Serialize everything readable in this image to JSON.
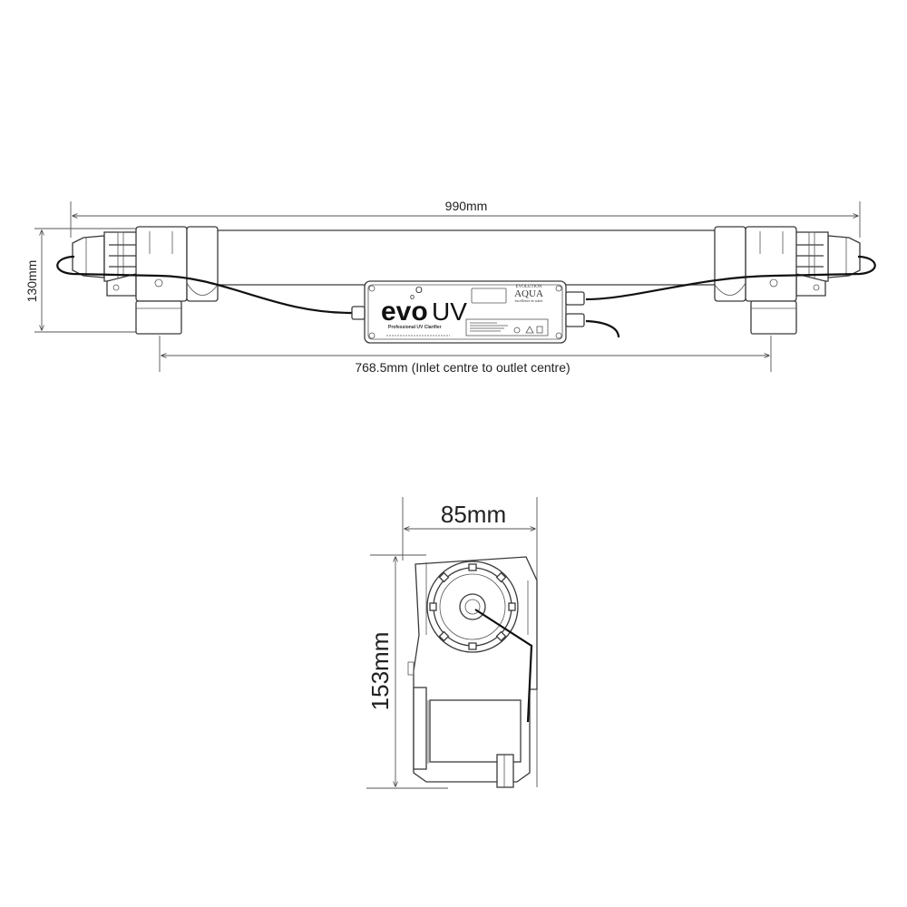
{
  "front_view": {
    "overall_length": "990mm",
    "height": "130mm",
    "inlet_outlet_centres": "768.5mm (Inlet centre to outlet centre)"
  },
  "control_box": {
    "brand_evo": "evo",
    "brand_uv": "UV",
    "subtitle": "Professional UV Clarifier",
    "maker_top": "EVOLUTION",
    "maker_main": "AQUA",
    "maker_tagline": "excellence in water"
  },
  "end_view": {
    "width": "85mm",
    "height": "153mm"
  }
}
